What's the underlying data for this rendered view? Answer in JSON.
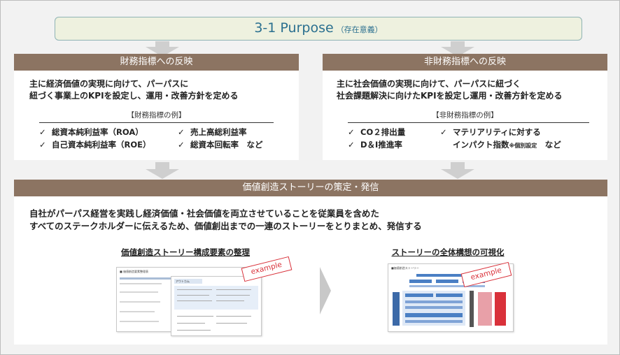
{
  "title": {
    "main": "3-1 Purpose",
    "sub": "（存在意義）"
  },
  "financial": {
    "header": "財務指標への反映",
    "desc_line1": "主に経済価値の実現に向けて、パーパスに",
    "desc_line2": "紐づく事業上のKPIを設定し、運用・改善方針を定める",
    "examples_label": "【財務指標の例】",
    "check": "✓",
    "items": [
      "総資本純利益率（ROA）",
      "売上高総利益率",
      "自己資本純利益率（ROE）",
      "総資本回転率　など"
    ]
  },
  "nonfinancial": {
    "header": "非財務指標への反映",
    "desc_line1": "主に社会価値の実現に向けて、パーパスに紐づく",
    "desc_line2": "社会課題解決に向けたKPIを設定し運用・改善方針を定める",
    "examples_label": "【非財務指標の例】",
    "check": "✓",
    "items": [
      "CO２排出量",
      "マテリアリティに対する",
      "D＆I推進率"
    ],
    "impact_main": "インパクト指数",
    "impact_note": "※個別設定",
    "impact_tail": "　など"
  },
  "story": {
    "header": "価値創造ストーリーの策定・発信",
    "lead_line1": "自社がパーパス経営を実践し経済価値・社会価値を両立させていることを従業員を含めた",
    "lead_line2": "すべてのステークホルダーに伝えるため、価値創出までの一連のストーリーをとりまとめ、発信する",
    "left_heading": "価値創造ストーリー構成要素の整理",
    "right_heading": "ストーリーの全体構想の可視化",
    "stamp": "example",
    "doc_left_title": "■ 価値創造要素整理表",
    "doc_left_tag": "アウトカム",
    "doc_right_title": "■価値創造ストーリー"
  }
}
